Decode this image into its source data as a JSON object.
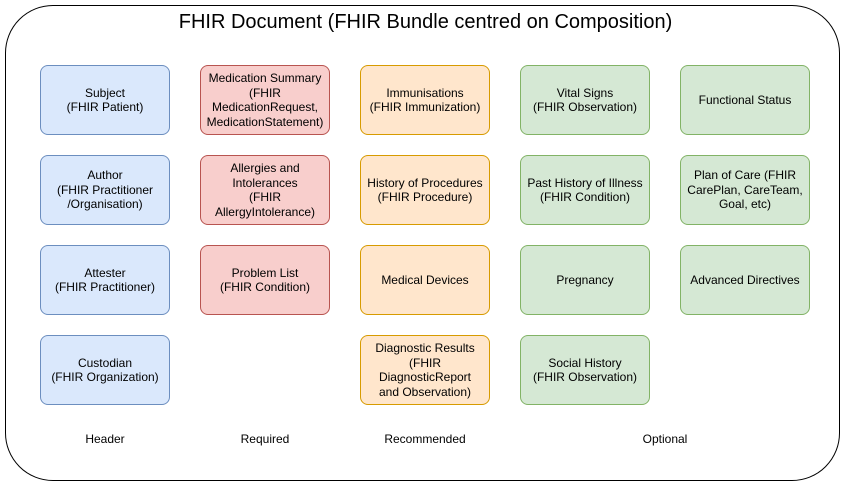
{
  "title": "FHIR Document (FHIR Bundle centred on Composition)",
  "colors": {
    "header_fill": "#dae8fc",
    "header_stroke": "#6c8ebf",
    "required_fill": "#f8cecc",
    "required_stroke": "#b85450",
    "recommended_fill": "#ffe6cc",
    "recommended_stroke": "#d79b00",
    "optional_fill": "#d5e8d4",
    "optional_stroke": "#82b366"
  },
  "header": {
    "label": "Header",
    "subject": "Subject\n(FHIR Patient)",
    "author": "Author\n(FHIR Practitioner\n/Organisation)",
    "attester": "Attester\n(FHIR Practitioner)",
    "custodian": "Custodian\n(FHIR Organization)"
  },
  "required": {
    "label": "Required",
    "medication_summary": "Medication Summary\n(FHIR\nMedicationRequest,\nMedicationStatement)",
    "allergies": "Allergies and\nIntolerances\n(FHIR\nAllergyIntolerance)",
    "problem_list": "Problem List\n(FHIR Condition)"
  },
  "recommended": {
    "label": "Recommended",
    "immunisations": "Immunisations\n(FHIR Immunization)",
    "procedures": "History of Procedures\n(FHIR Procedure)",
    "devices": "Medical Devices",
    "diagnostic_results": "Diagnostic Results\n(FHIR DiagnosticReport\nand Observation)"
  },
  "optional": {
    "label": "Optional",
    "vital_signs": "Vital Signs\n(FHIR Observation)",
    "past_illness": "Past History of Illness\n(FHIR Condition)",
    "pregnancy": "Pregnancy",
    "social_history": "Social History\n(FHIR Observation)",
    "functional_status": "Functional Status",
    "plan_of_care": "Plan of Care (FHIR\nCarePlan, CareTeam,\nGoal, etc)",
    "advanced_directives": "Advanced Directives"
  }
}
